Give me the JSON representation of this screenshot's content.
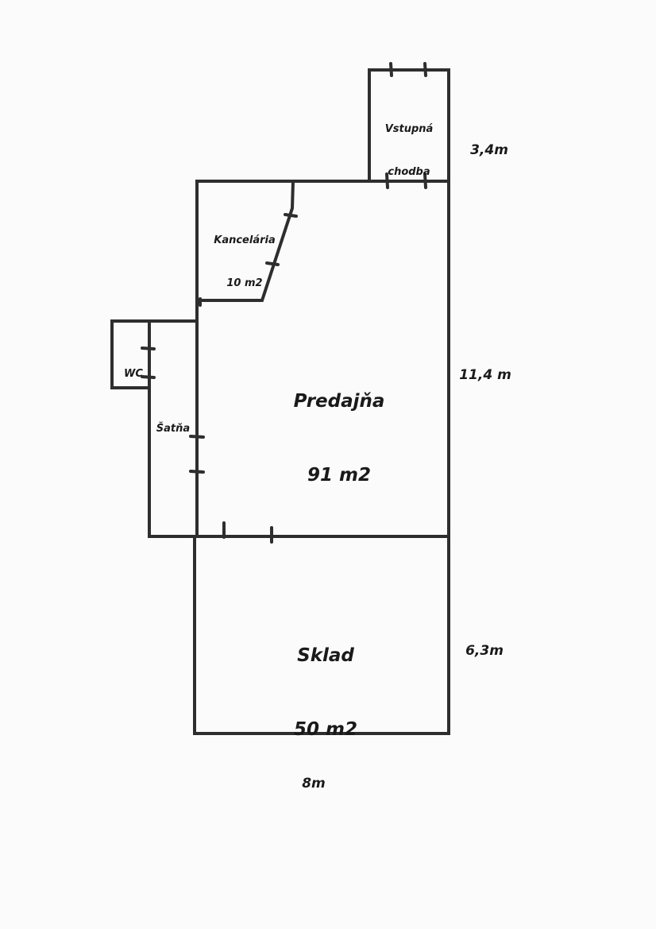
{
  "rooms": {
    "entrance": {
      "line1": "Vstupná",
      "line2": "chodba"
    },
    "office": {
      "line1": "Kancelária",
      "line2": "10 m2"
    },
    "wc": {
      "name": "WC"
    },
    "cloakroom": {
      "name": "Šatňa"
    },
    "shop": {
      "line1": "Predajňa",
      "line2": "91 m2"
    },
    "storage": {
      "line1": "Sklad",
      "line2": "50 m2"
    }
  },
  "dimensions": {
    "entrance_width": "3,4m",
    "shop_length": "11,4 m",
    "storage_length": "6,3m",
    "storage_width": "8m"
  },
  "colors": {
    "wall": "#2e2e2e",
    "text": "#1a1a1a",
    "paper": "#fbfbfb"
  }
}
